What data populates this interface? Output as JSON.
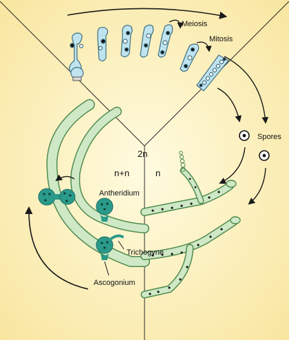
{
  "labels": {
    "meiosis": "Meiosis",
    "mitosis": "Mitosis",
    "spores": "Spores",
    "two_n": "2n",
    "n_plus_n": "n+n",
    "n": "n",
    "antheridium": "Antheridium",
    "trichogyne": "Trichogyne",
    "ascogonium": "Ascogonium"
  },
  "colors": {
    "background_center": "#fff8cc",
    "background_edge": "#fbeaa0",
    "hypha_fill": "#cfe8c5",
    "hypha_stroke": "#4f8a4f",
    "gametangia": "#2a9a8a",
    "ascus_fill": "#bfe3ef",
    "ascus_stroke": "#3d6e80",
    "lines": "#1a1a1a"
  }
}
